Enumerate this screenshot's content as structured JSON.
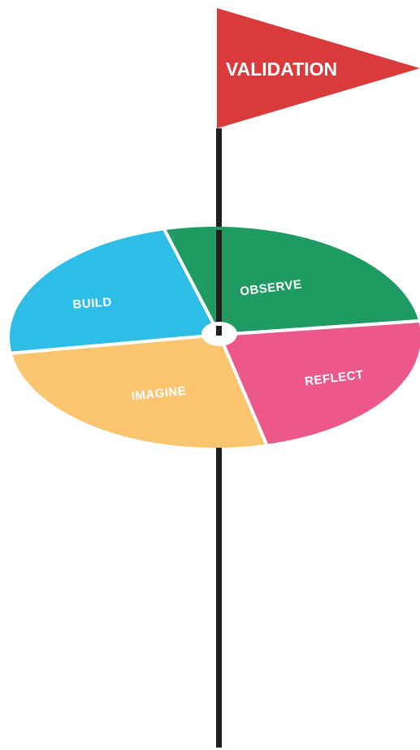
{
  "flag": {
    "label": "VALIDATION",
    "color": "#D93B3B"
  },
  "pole": {
    "color": "#231F20"
  },
  "wheel": {
    "center_color": "#FFFFFF",
    "segments": [
      {
        "label": "BUILD",
        "color": "#2DBDE6"
      },
      {
        "label": "OBSERVE",
        "color": "#1F9A63"
      },
      {
        "label": "REFLECT",
        "color": "#EB5889"
      },
      {
        "label": "IMAGINE",
        "color": "#FBC46E"
      }
    ]
  }
}
